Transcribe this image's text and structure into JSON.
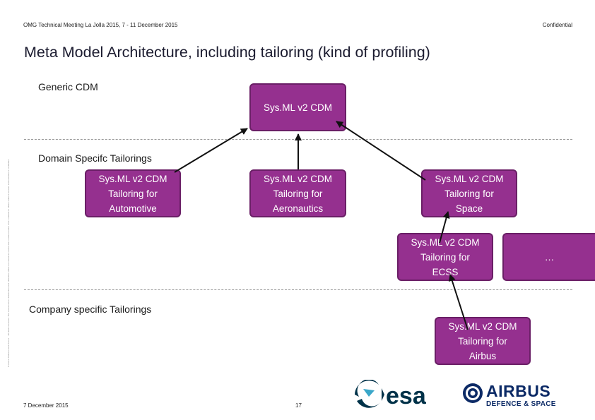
{
  "header": {
    "left": "OMG Technical Meeting La Jolla 2015, 7 - 11 December 2015",
    "right": "Confidential"
  },
  "title": "Meta Model Architecture, including tailoring (kind of profiling)",
  "sections": {
    "generic": "Generic CDM",
    "domain": "Domain Specifc Tailorings",
    "company": "Company specific Tailorings"
  },
  "boxes": {
    "sysml_cdm": [
      "Sys.ML v2 CDM"
    ],
    "automotive": [
      "Sys.ML v2 CDM",
      "Tailoring for",
      "Automotive"
    ],
    "aeronautics": [
      "Sys.ML v2 CDM",
      "Tailoring for",
      "Aeronautics"
    ],
    "space": [
      "Sys.ML v2 CDM",
      "Tailoring for",
      "Space"
    ],
    "ecss": [
      "Sys.ML v2 CDM",
      "Tailoring for",
      "ECSS"
    ],
    "more": [
      "…"
    ],
    "airbus": [
      "Sys.ML v2 CDM",
      "Tailoring for",
      "Airbus"
    ]
  },
  "footer": {
    "date": "7 December 2015",
    "page": "17"
  },
  "logos": {
    "esa": "esa",
    "airbus": "AIRBUS",
    "airbus_sub": "DEFENCE & SPACE"
  },
  "colors": {
    "box_fill": "#95308f",
    "box_border": "#6a1f66",
    "airbus_navy": "#0c2a66",
    "esa_navy": "#003249"
  }
}
